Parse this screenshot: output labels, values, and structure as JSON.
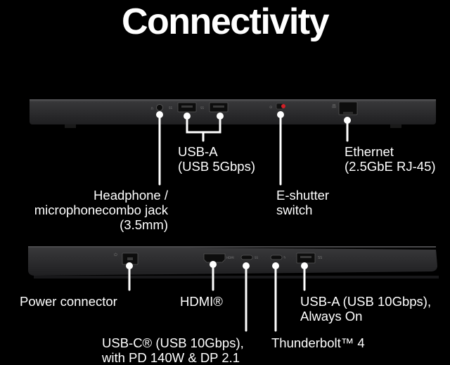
{
  "title": "Connectivity",
  "top_ports": {
    "usb_a": {
      "line1": "USB-A",
      "line2": "(USB 5Gbps)"
    },
    "ethernet": {
      "line1": "Ethernet",
      "line2": "(2.5GbE RJ-45)"
    },
    "headphone": {
      "line1": "Headphone /",
      "line2": "microphonecombo jack",
      "line3": "(3.5mm)"
    },
    "eshutter": {
      "line1": "E-shutter",
      "line2": "switch"
    }
  },
  "bottom_ports": {
    "power": {
      "line1": "Power connector"
    },
    "hdmi": {
      "line1": "HDMI®"
    },
    "usb_a_always_on": {
      "line1": "USB-A (USB 10Gbps),",
      "line2": "Always On"
    },
    "usb_c": {
      "line1": "USB-C® (USB 10Gbps),",
      "line2": "with PD 140W & DP 2.1"
    },
    "thunderbolt": {
      "line1": "Thunderbolt™ 4"
    }
  },
  "colors": {
    "background": "#000000",
    "laptop_body": "#2d2d2f",
    "port": "#0d0d0d",
    "connector_line": "#ffffff",
    "eshutter_accent": "#d11f26"
  }
}
